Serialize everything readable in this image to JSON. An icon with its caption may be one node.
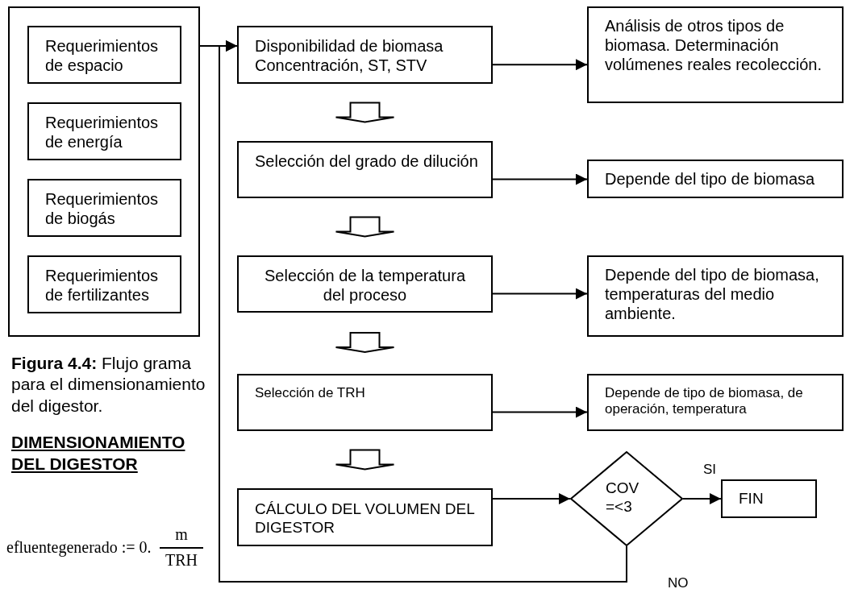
{
  "diagram": {
    "caption": "**Figura 4.4:** Flujo grama para el dimensionamiento del digestor.",
    "nodes": [
      {
        "text": [],
        "shape": "box"
      },
      {
        "text": [
          "Requerimientos de espacio"
        ],
        "in": 0
      },
      {
        "text": [
          "Requerimientos de energía"
        ],
        "in": 0
      },
      {
        "text": [
          "Requerimientos de biogás"
        ],
        "in": 0
      },
      {
        "text": [
          "Requerimientos de fertilizantes"
        ],
        "in": 0
      },
      {
        "text": [
          "Disponibilidad de biomasa",
          "Concentración, ST, STV"
        ]
      },
      {
        "text": [
          "Análisis de otros tipos de biomasa. Determinación volúmenes reales recolección."
        ]
      },
      {
        "text": [
          "Selección del grado de dilución"
        ]
      },
      {
        "text": [
          "Depende del tipo de biomasa"
        ]
      },
      {
        "text": [
          "Selección de la temperatura del proceso"
        ]
      },
      {
        "text": [
          "Depende del tipo de biomasa, temperaturas del medio ambiente."
        ]
      },
      {
        "text": [
          "Selección de TRH"
        ]
      },
      {
        "text": [
          "Depende de tipo de biomasa, de operación, temperatura"
        ]
      },
      {
        "text": [
          "CÁLCULO DEL VOLUMEN DEL DIGESTOR"
        ]
      },
      {
        "text": [
          "COV =<3"
        ]
      },
      {
        "text": [
          "FIN"
        ]
      }
    ],
    "edges": [
      {
        "from": 0,
        "to": 5,
        "arrow": "to"
      },
      {
        "from": 5,
        "to": 6,
        "arrow": "to"
      },
      {
        "from": 5,
        "to": 7,
        "arrow": "to",
        "style": "thick"
      },
      {
        "from": 7,
        "to": 8,
        "arrow": "to"
      },
      {
        "from": 7,
        "to": 9,
        "arrow": "to",
        "style": "thick"
      },
      {
        "from": 9,
        "to": 10,
        "arrow": "to"
      },
      {
        "from": 9,
        "to": 11,
        "arrow": "to",
        "style": "thick"
      },
      {
        "from": 11,
        "to": 12,
        "arrow": "to"
      },
      {
        "from": 11,
        "to": 13,
        "arrow": "to",
        "style": "thick"
      },
      {
        "from": 13,
        "to": 14,
        "arrow": "to"
      },
      {
        "from": 14,
        "to": 15,
        "arrow": "to",
        "label": "SI"
      },
      {
        "from": 14,
        "to": 5,
        "arrow": "to",
        "label": "NO"
      }
    ],
    "labels": [
      "DIMENSIONAMIENTO DEL DIGESTOR",
      "efluentegenerado := 0.",
      "m",
      "TRH"
    ]
  }
}
